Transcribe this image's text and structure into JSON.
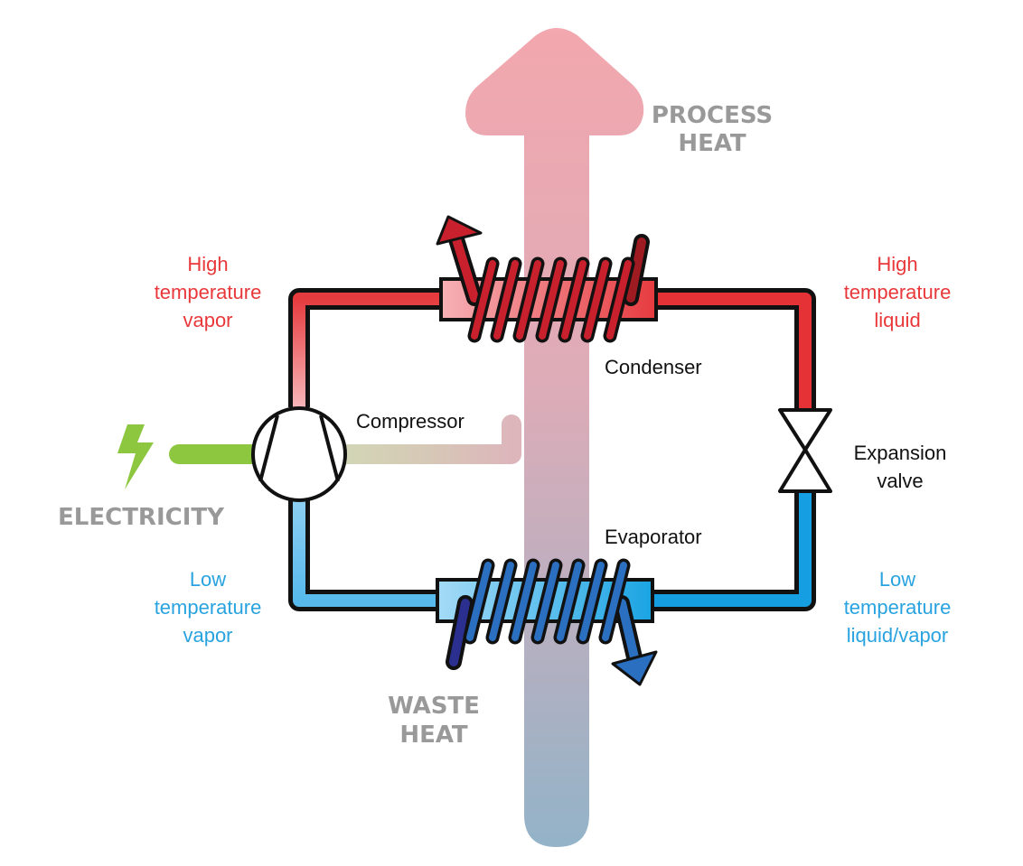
{
  "process_heat": {
    "line1": "PROCESS",
    "line2": "HEAT"
  },
  "waste_heat": {
    "line1": "WASTE",
    "line2": "HEAT"
  },
  "electricity": "ELECTRICITY",
  "components": {
    "compressor": "Compressor",
    "condenser": "Condenser",
    "evaporator": "Evaporator",
    "expansion_line1": "Expansion",
    "expansion_line2": "valve"
  },
  "states": {
    "high_vapor": [
      "High",
      "temperature",
      "vapor"
    ],
    "high_liquid": [
      "High",
      "temperature",
      "liquid"
    ],
    "low_vapor": [
      "Low",
      "temperature",
      "vapor"
    ],
    "low_liquid_vapor": [
      "Low",
      "temperature",
      "liquid/vapor"
    ]
  },
  "colors": {
    "hot": "#e8383a",
    "cold": "#29a3e0",
    "electric": "#8dc63f",
    "label_gray": "#999999",
    "coil_hot": "#c8202c",
    "coil_cold": "#2a6fc0"
  }
}
